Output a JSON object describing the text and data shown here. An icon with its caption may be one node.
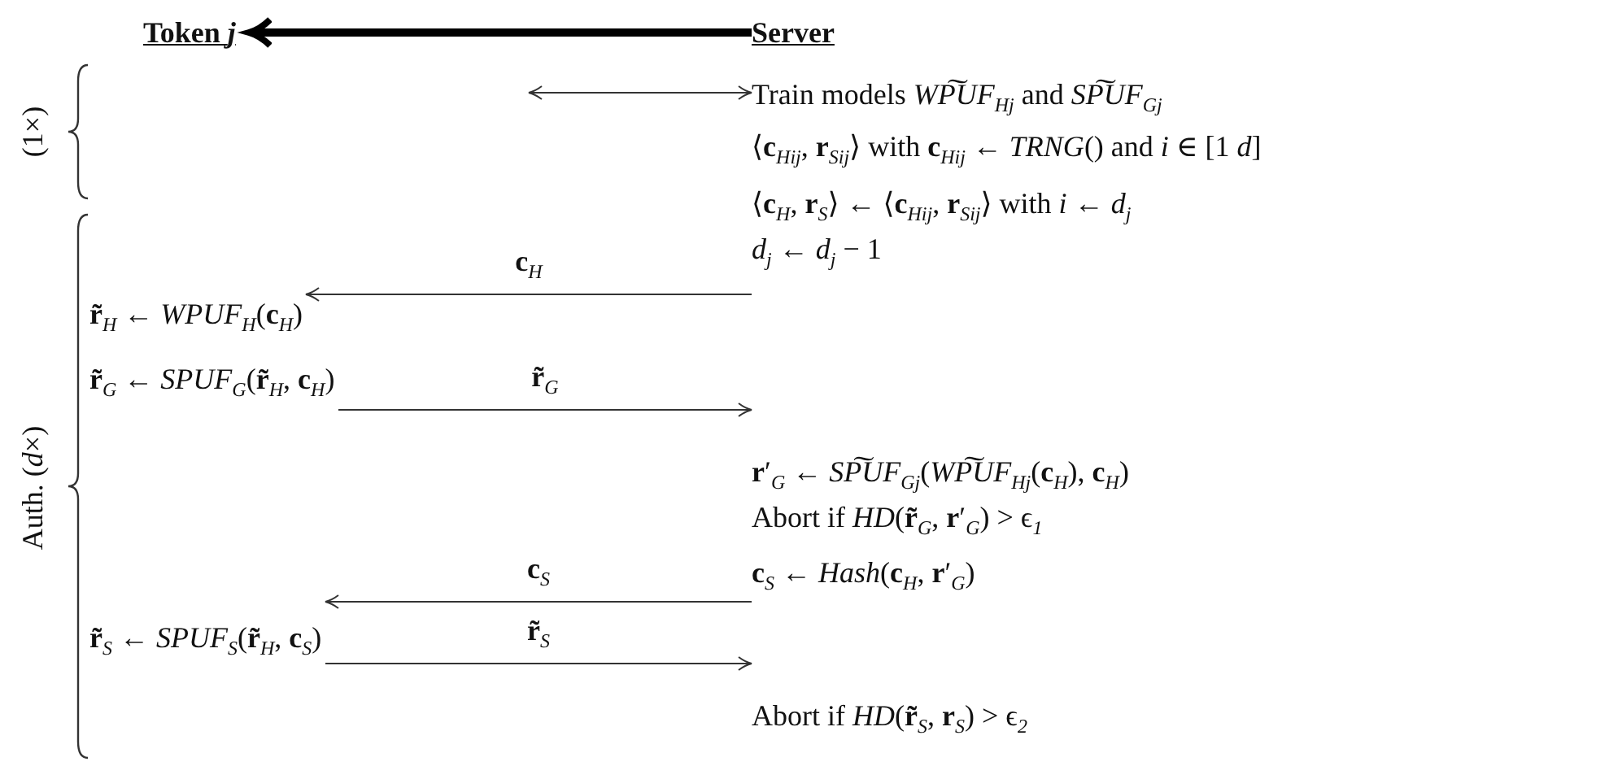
{
  "diagram": {
    "nodes": [
      {
        "text": [
          "Token *j*"
        ]
      },
      {
        "text": [
          "Server"
        ]
      },
      {
        "text": [
          "Train models *WP͠UF*$_{Hj}$ and *SP͠UF*$_{Gj}$"
        ]
      },
      {
        "text": [
          "⟨**c**$_{Hij}$, **r**$_{Sij}$⟩ with **c**$_{Hij}$ ← *TRNG*() and *i* ∈ [1 *d*]"
        ]
      },
      {
        "text": [
          "⟨**c**$_{H}$, **r**$_{S}$⟩ ← ⟨**c**$_{Hij}$, **r**$_{Sij}$⟩ with *i* ← *d*$_{j}$"
        ]
      },
      {
        "text": [
          "*d*$_{j}$ ← *d*$_{j}$ − 1"
        ]
      },
      {
        "text": [
          "**r̃**$_{H}$ ← *WPUF*$_{H}$(**c**$_{H}$)"
        ]
      },
      {
        "text": [
          "**r̃**$_{G}$ ← *SPUF*$_{G}$(**r̃**$_{H}$, **c**$_{H}$)"
        ]
      },
      {
        "text": [
          "**r**′$_{G}$ ← *SP͠UF*$_{Gj}$(*WP͠UF*$_{Hj}$(**c**$_{H}$), **c**$_{H}$)"
        ]
      },
      {
        "text": [
          "Abort if *HD*(**r̃**$_{G}$, **r**′$_{G}$) > ϵ$_{1}$"
        ]
      },
      {
        "text": [
          "**c**$_{S}$ ← *Hash*(**c**$_{H}$, **r**′$_{G}$)"
        ]
      },
      {
        "text": [
          "**r̃**$_{S}$ ← *SPUF*$_{S}$(**r̃**$_{H}$, **c**$_{S}$)"
        ]
      },
      {
        "text": [
          "Abort if *HD*(**r̃**$_{S}$, **r**$_{S}$) > ϵ$_{2}$"
        ]
      }
    ],
    "edges": [
      {
        "from": 1,
        "to": 0,
        "arrow": "to",
        "style": "thick"
      },
      {
        "from": null,
        "to": 2,
        "arrow": "both"
      },
      {
        "from": 5,
        "to": 6,
        "arrow": "to",
        "label": "**c**$_{H}$"
      },
      {
        "from": 7,
        "to": 8,
        "arrow": "to",
        "label": "**r̃**$_{G}$"
      },
      {
        "from": 10,
        "to": 11,
        "arrow": "to",
        "label": "**c**$_{S}$"
      },
      {
        "from": 11,
        "to": 12,
        "arrow": "to",
        "label": "**r̃**$_{S}$"
      }
    ],
    "labels": [
      "(1×)",
      "Auth. (*d*×)"
    ]
  }
}
